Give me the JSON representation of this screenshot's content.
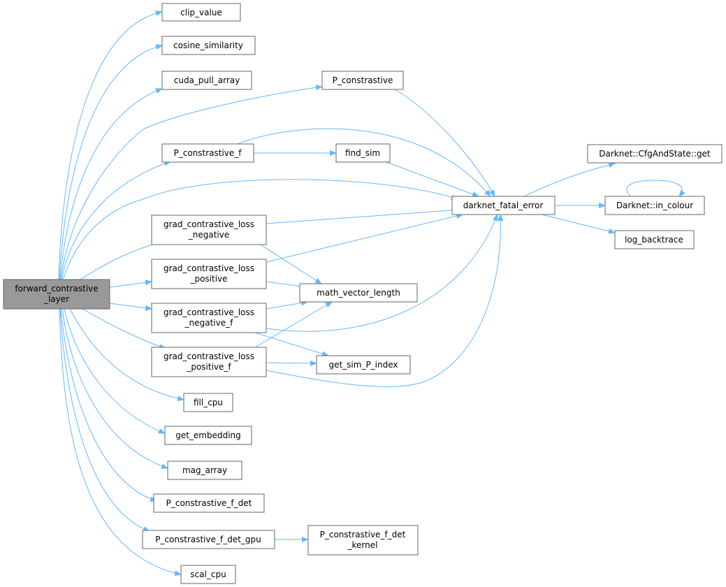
{
  "graph": {
    "edge_color": "#63b8ff",
    "root_fill": "#999999",
    "nodes": {
      "forward_contrastive_layer": [
        "forward_contrastive",
        "_layer"
      ],
      "clip_value": "clip_value",
      "cosine_similarity": "cosine_similarity",
      "cuda_pull_array": "cuda_pull_array",
      "P_constrastive": "P_constrastive",
      "P_constrastive_f": "P_constrastive_f",
      "find_sim": "find_sim",
      "darknet_fatal_error": "darknet_fatal_error",
      "cfg_get": "Darknet::CfgAndState::get",
      "in_colour": "Darknet::in_colour",
      "log_backtrace": "log_backtrace",
      "grad_neg": [
        "grad_contrastive_loss",
        "_negative"
      ],
      "grad_pos": [
        "grad_contrastive_loss",
        "_positive"
      ],
      "math_vector_length": "math_vector_length",
      "grad_neg_f": [
        "grad_contrastive_loss",
        "_negative_f"
      ],
      "grad_pos_f": [
        "grad_contrastive_loss",
        "_positive_f"
      ],
      "get_sim_P_index": "get_sim_P_index",
      "fill_cpu": "fill_cpu",
      "get_embedding": "get_embedding",
      "mag_array": "mag_array",
      "P_constrastive_f_det": "P_constrastive_f_det",
      "P_constrastive_f_det_gpu": "P_constrastive_f_det_gpu",
      "P_constrastive_f_det_kernel": [
        "P_constrastive_f_det",
        "_kernel"
      ],
      "scal_cpu": "scal_cpu"
    }
  }
}
